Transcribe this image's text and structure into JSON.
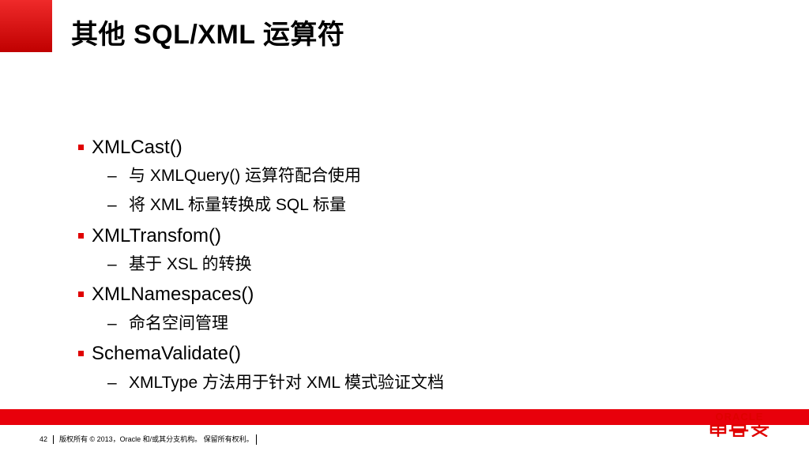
{
  "slide": {
    "title": "其他 SQL/XML 运算符",
    "items": [
      {
        "label": "XMLCast()",
        "subitems": [
          "与 XMLQuery() 运算符配合使用",
          "将 XML 标量转换成 SQL 标量"
        ]
      },
      {
        "label": "XMLTransfom()",
        "subitems": [
          "基于 XSL 的转换"
        ]
      },
      {
        "label": "XMLNamespaces()",
        "subitems": [
          "命名空间管理"
        ]
      },
      {
        "label": "SchemaValidate()",
        "subitems": [
          "XMLType 方法用于针对 XML 模式验证文档"
        ]
      }
    ],
    "dash": "–"
  },
  "footer": {
    "page_number": "42",
    "copyright": "版权所有 © 2013，Oracle 和/或其分支机构。 保留所有权利。"
  },
  "logo": {
    "text": "ORACLE",
    "brand_color": "#e00000"
  },
  "colors": {
    "accent": "#e8000b",
    "bullet": "#e00000"
  }
}
